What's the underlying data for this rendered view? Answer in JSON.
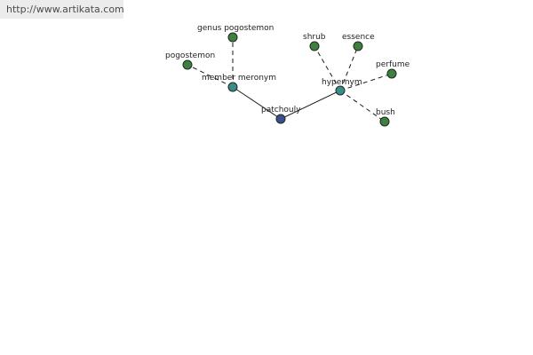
{
  "source": {
    "url_text": "http://www.artikata.com"
  },
  "graph": {
    "center": {
      "id": "patchouly",
      "label": "patchouly",
      "color": "#3b4f8f"
    },
    "relations": [
      {
        "id": "member-meronym",
        "label": "member meronym",
        "color": "#3e8a8a"
      },
      {
        "id": "hypernym",
        "label": "hypernym",
        "color": "#3e8a8a"
      }
    ],
    "terms": [
      {
        "id": "genus-pogostemon",
        "label": "genus pogostemon",
        "relation": "member-meronym",
        "color": "#3f7f3f"
      },
      {
        "id": "pogostemon",
        "label": "pogostemon",
        "relation": "member-meronym",
        "color": "#3f7f3f"
      },
      {
        "id": "shrub",
        "label": "shrub",
        "relation": "hypernym",
        "color": "#3f7f3f"
      },
      {
        "id": "essence",
        "label": "essence",
        "relation": "hypernym",
        "color": "#3f7f3f"
      },
      {
        "id": "perfume",
        "label": "perfume",
        "relation": "hypernym",
        "color": "#3f7f3f"
      },
      {
        "id": "bush",
        "label": "bush",
        "relation": "hypernym",
        "color": "#3f7f3f"
      }
    ]
  }
}
